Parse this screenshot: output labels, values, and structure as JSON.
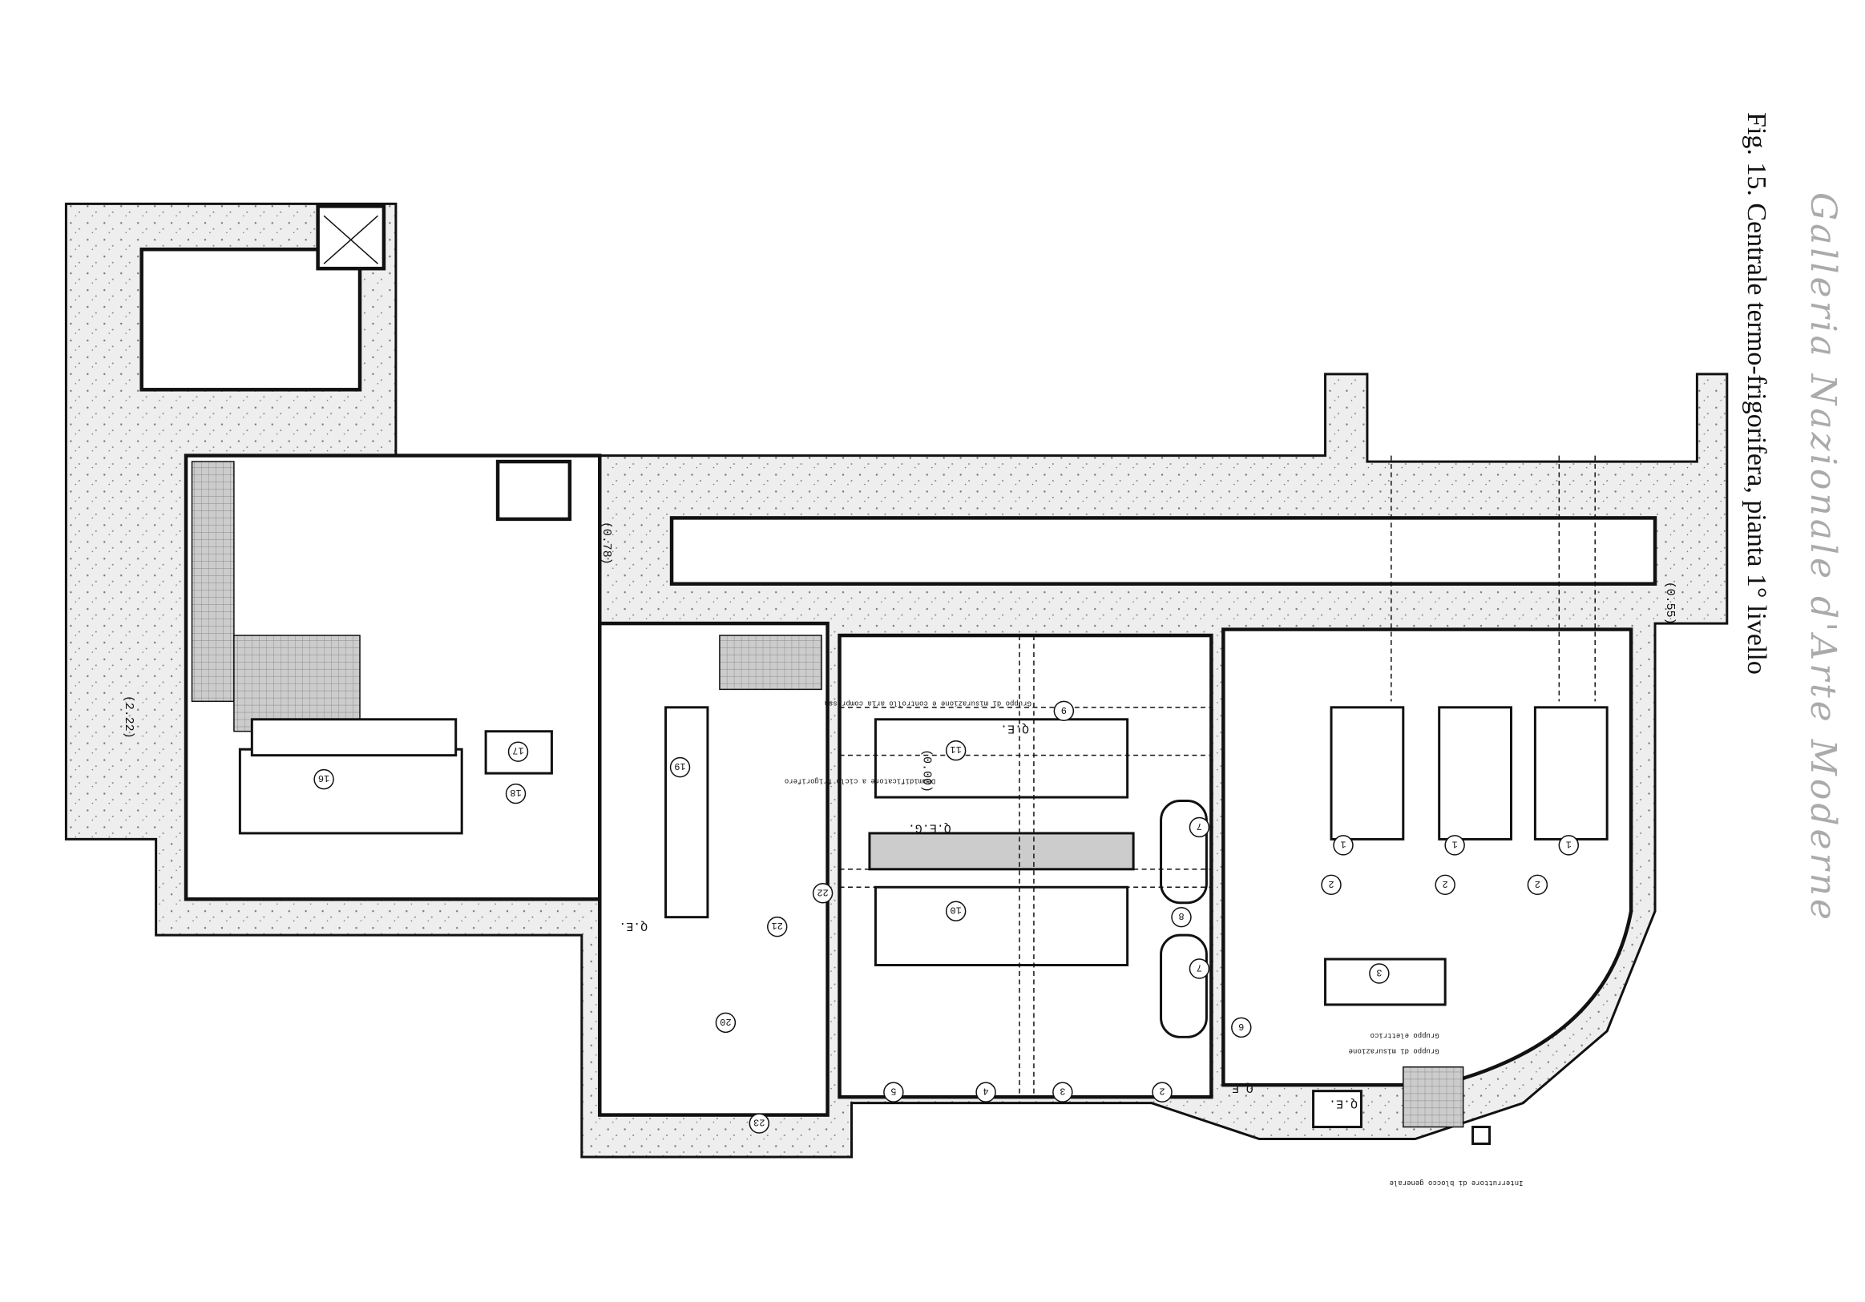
{
  "figure": {
    "title": "Fig. 15. Centrale termo-frigorifera, pianta 1° livello",
    "handwritten_note": "Galleria Nazionale d'Arte Moderne"
  },
  "labels": {
    "qeg": "Q.E.G.",
    "qe_main": "Q.E.",
    "qe_mid": "Q.E.",
    "qe_right": "Q.E.",
    "qe_bottom": "Q.E.",
    "level_000": "(0.00)",
    "level_055": "(0.55)",
    "level_222": "(2.22)",
    "level_078": "(0.78)",
    "note_aria": "Gruppo di misurazione e controllo aria compressa",
    "note_deum": "Deumidificatore a ciclo frigorifero",
    "note_misura": "Gruppo di misurazione",
    "note_elettr": "Gruppo elettrico",
    "note_interr": "Interruttore di blocco generale"
  },
  "equipment_markers": [
    "16",
    "17",
    "18",
    "19",
    "11",
    "10",
    "9",
    "7",
    "7",
    "8",
    "6",
    "5",
    "4",
    "3",
    "2",
    "22",
    "21",
    "20",
    "23",
    "1",
    "1",
    "1",
    "2",
    "2",
    "2",
    "3"
  ],
  "colors": {
    "ink": "#111111",
    "poche": "#d9d9d9",
    "hand": "#aaaaaa"
  }
}
